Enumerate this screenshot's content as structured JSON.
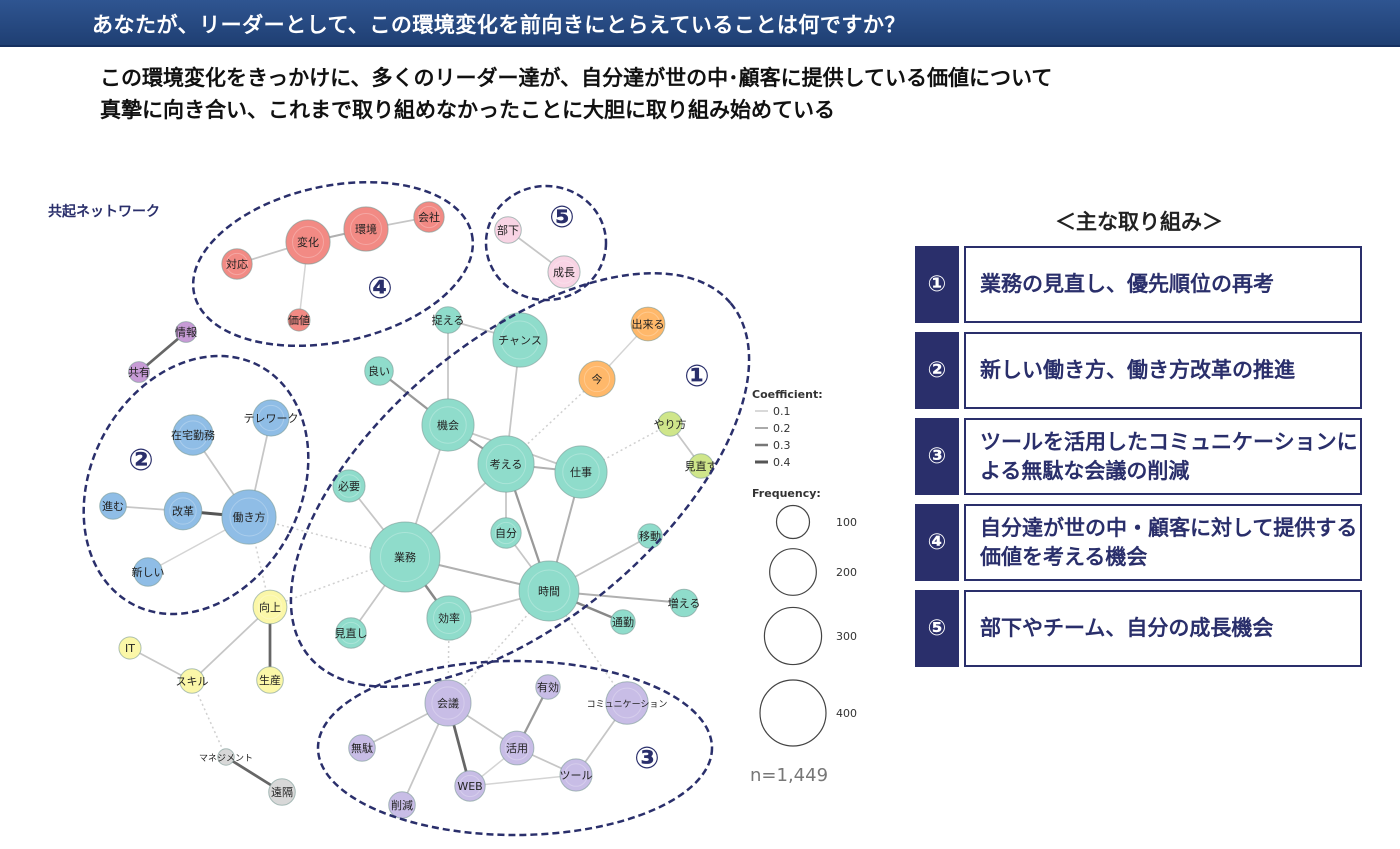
{
  "header": {
    "title": "あなたが、リーダーとして、この環境変化を前向きにとらえていることは何ですか？"
  },
  "summary": {
    "line1": "この環境変化をきっかけに、多くのリーダー達が、自分達が世の中･顧客に提供している価値について",
    "line2": "真摯に向き合い、これまで取り組めなかったことに大胆に取り組み始めている"
  },
  "network": {
    "title": "共起ネットワーク",
    "cluster_labels": [
      "①",
      "②",
      "③",
      "④",
      "⑤"
    ],
    "legend": {
      "coef_title": "Coefficient:",
      "coef": [
        "0.1",
        "0.2",
        "0.3",
        "0.4"
      ],
      "freq_title": "Frequency:",
      "freq": [
        "100",
        "200",
        "300",
        "400"
      ],
      "n": "n=1,449"
    },
    "colors": {
      "teal": "#8fdccb",
      "orange": "#ffb86a",
      "lime": "#cfe68a",
      "blue": "#8fbde6",
      "purple": "#c79bd6",
      "red": "#f28a84",
      "pink": "#f8d4e4",
      "yellow": "#fbf7a8",
      "grey": "#d8d8d8",
      "lavender": "#c8bde6",
      "ellipse": "#2a2f6b"
    },
    "nodes": [
      {
        "id": "業務",
        "freq": 450,
        "color": "teal"
      },
      {
        "id": "時間",
        "freq": 330,
        "color": "teal"
      },
      {
        "id": "考える",
        "freq": 290,
        "color": "teal"
      },
      {
        "id": "仕事",
        "freq": 250,
        "color": "teal"
      },
      {
        "id": "機会",
        "freq": 250,
        "color": "teal"
      },
      {
        "id": "チャンス",
        "freq": 270,
        "color": "teal"
      },
      {
        "id": "効率",
        "freq": 180,
        "color": "teal"
      },
      {
        "id": "自分",
        "freq": 85,
        "color": "teal"
      },
      {
        "id": "必要",
        "freq": 95,
        "color": "teal"
      },
      {
        "id": "良い",
        "freq": 75,
        "color": "teal"
      },
      {
        "id": "捉える",
        "freq": 65,
        "color": "teal"
      },
      {
        "id": "見直し",
        "freq": 85,
        "color": "teal"
      },
      {
        "id": "移動",
        "freq": 55,
        "color": "teal"
      },
      {
        "id": "増える",
        "freq": 70,
        "color": "teal"
      },
      {
        "id": "通勤",
        "freq": 55,
        "color": "teal"
      },
      {
        "id": "出来る",
        "freq": 105,
        "color": "orange"
      },
      {
        "id": "今",
        "freq": 120,
        "color": "orange"
      },
      {
        "id": "やり方",
        "freq": 55,
        "color": "lime"
      },
      {
        "id": "見直す",
        "freq": 55,
        "color": "lime"
      },
      {
        "id": "働き方",
        "freq": 270,
        "color": "blue"
      },
      {
        "id": "改革",
        "freq": 130,
        "color": "blue"
      },
      {
        "id": "在宅勤務",
        "freq": 150,
        "color": "blue"
      },
      {
        "id": "テレワーク",
        "freq": 120,
        "color": "blue"
      },
      {
        "id": "進む",
        "freq": 65,
        "color": "blue"
      },
      {
        "id": "新しい",
        "freq": 75,
        "color": "blue"
      },
      {
        "id": "情報",
        "freq": 40,
        "color": "purple"
      },
      {
        "id": "共有",
        "freq": 40,
        "color": "purple"
      },
      {
        "id": "変化",
        "freq": 180,
        "color": "red"
      },
      {
        "id": "環境",
        "freq": 180,
        "color": "red"
      },
      {
        "id": "会社",
        "freq": 85,
        "color": "red"
      },
      {
        "id": "対応",
        "freq": 85,
        "color": "red"
      },
      {
        "id": "価値",
        "freq": 45,
        "color": "red"
      },
      {
        "id": "部下",
        "freq": 65,
        "color": "pink"
      },
      {
        "id": "成長",
        "freq": 95,
        "color": "pink"
      },
      {
        "id": "向上",
        "freq": 105,
        "color": "yellow"
      },
      {
        "id": "生産",
        "freq": 65,
        "color": "yellow"
      },
      {
        "id": "IT",
        "freq": 45,
        "color": "yellow"
      },
      {
        "id": "スキル",
        "freq": 55,
        "color": "yellow"
      },
      {
        "id": "マネジメント",
        "freq": 25,
        "color": "grey"
      },
      {
        "id": "遠隔",
        "freq": 65,
        "color": "grey"
      },
      {
        "id": "会議",
        "freq": 195,
        "color": "lavender"
      },
      {
        "id": "コミュニケーション",
        "freq": 165,
        "color": "lavender"
      },
      {
        "id": "有効",
        "freq": 55,
        "color": "lavender"
      },
      {
        "id": "活用",
        "freq": 105,
        "color": "lavender"
      },
      {
        "id": "無駄",
        "freq": 65,
        "color": "lavender"
      },
      {
        "id": "削減",
        "freq": 65,
        "color": "lavender"
      },
      {
        "id": "WEB",
        "freq": 85,
        "color": "lavender"
      },
      {
        "id": "ツール",
        "freq": 95,
        "color": "lavender"
      }
    ],
    "edges": [
      [
        "業務",
        "時間",
        0.2
      ],
      [
        "業務",
        "機会",
        0.15
      ],
      [
        "業務",
        "考える",
        0.15
      ],
      [
        "業務",
        "必要",
        0.15
      ],
      [
        "業務",
        "効率",
        0.3
      ],
      [
        "業務",
        "見直し",
        0.15
      ],
      [
        "時間",
        "考える",
        0.25
      ],
      [
        "時間",
        "仕事",
        0.2
      ],
      [
        "時間",
        "自分",
        0.15
      ],
      [
        "時間",
        "効率",
        0.15
      ],
      [
        "時間",
        "移動",
        0.15
      ],
      [
        "時間",
        "増える",
        0.2
      ],
      [
        "時間",
        "通勤",
        0.3
      ],
      [
        "考える",
        "機会",
        0.25
      ],
      [
        "考える",
        "仕事",
        0.2
      ],
      [
        "考える",
        "チャンス",
        0.15
      ],
      [
        "考える",
        "自分",
        0.15
      ],
      [
        "機会",
        "良い",
        0.25
      ],
      [
        "機会",
        "捉える",
        0.15
      ],
      [
        "機会",
        "仕事",
        0.15
      ],
      [
        "チャンス",
        "捉える",
        0.15
      ],
      [
        "出来る",
        "今",
        0.1
      ],
      [
        "やり方",
        "見直す",
        0.15
      ],
      [
        "働き方",
        "改革",
        0.4
      ],
      [
        "働き方",
        "在宅勤務",
        0.15
      ],
      [
        "働き方",
        "テレワーク",
        0.15
      ],
      [
        "働き方",
        "新しい",
        0.1
      ],
      [
        "改革",
        "進む",
        0.15
      ],
      [
        "情報",
        "共有",
        0.35
      ],
      [
        "変化",
        "環境",
        0.2
      ],
      [
        "変化",
        "対応",
        0.15
      ],
      [
        "変化",
        "価値",
        0.1
      ],
      [
        "環境",
        "会社",
        0.15
      ],
      [
        "部下",
        "成長",
        0.15
      ],
      [
        "向上",
        "生産",
        0.35
      ],
      [
        "向上",
        "スキル",
        0.15
      ],
      [
        "IT",
        "スキル",
        0.15
      ],
      [
        "マネジメント",
        "遠隔",
        0.35
      ],
      [
        "会議",
        "無駄",
        0.15
      ],
      [
        "会議",
        "削減",
        0.15
      ],
      [
        "会議",
        "WEB",
        0.35
      ],
      [
        "会議",
        "活用",
        0.15
      ],
      [
        "活用",
        "有効",
        0.25
      ],
      [
        "活用",
        "WEB",
        0.1
      ],
      [
        "活用",
        "ツール",
        0.15
      ],
      [
        "コミュニケーション",
        "ツール",
        0.15
      ],
      [
        "WEB",
        "ツール",
        0.1
      ]
    ],
    "weak_edges": [
      [
        "業務",
        "働き方"
      ],
      [
        "業務",
        "向上"
      ],
      [
        "仕事",
        "やり方"
      ],
      [
        "考える",
        "今"
      ],
      [
        "スキル",
        "マネジメント"
      ],
      [
        "会議",
        "効率"
      ],
      [
        "コミュニケーション",
        "時間"
      ],
      [
        "会議",
        "時間"
      ],
      [
        "向上",
        "働き方"
      ]
    ]
  },
  "initiatives": {
    "title": "＜主な取り組み＞",
    "items": [
      {
        "num": "①",
        "text": "業務の見直し、優先順位の再考"
      },
      {
        "num": "②",
        "text": "新しい働き方、働き方改革の推進"
      },
      {
        "num": "③",
        "text": "ツールを活用したコミュニケーションによる無駄な会議の削減"
      },
      {
        "num": "④",
        "text": "自分達が世の中・顧客に対して提供する価値を考える機会"
      },
      {
        "num": "⑤",
        "text": "部下やチーム、自分の成長機会"
      }
    ]
  }
}
